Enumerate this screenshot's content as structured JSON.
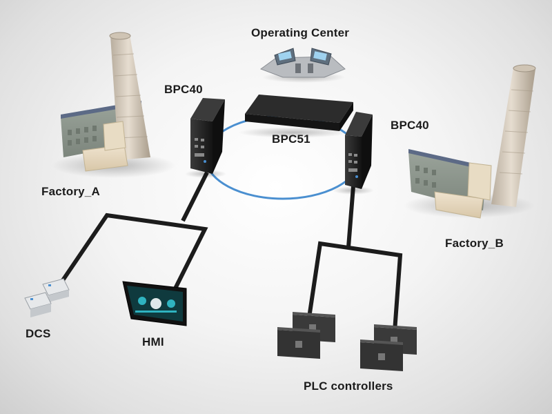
{
  "labels": {
    "operating_center": "Operating Center",
    "bpc40_left": "BPC40",
    "bpc40_right": "BPC40",
    "bpc51": "BPC51",
    "factory_a": "Factory_A",
    "factory_b": "Factory_B",
    "dcs": "DCS",
    "hmi": "HMI",
    "plc": "PLC controllers"
  },
  "colors": {
    "ring": "#4a8fd0",
    "cable": "#1c1c1c",
    "device": "#2a2a2a",
    "chimney": "#d8cfc2",
    "hmi_screen": "#0f3a3e"
  },
  "icons": [
    "chimney-icon",
    "factory-building-icon",
    "industrial-pc-icon",
    "server-icon",
    "control-console-icon",
    "dcs-module-icon",
    "hmi-panel-icon",
    "plc-controller-icon"
  ]
}
